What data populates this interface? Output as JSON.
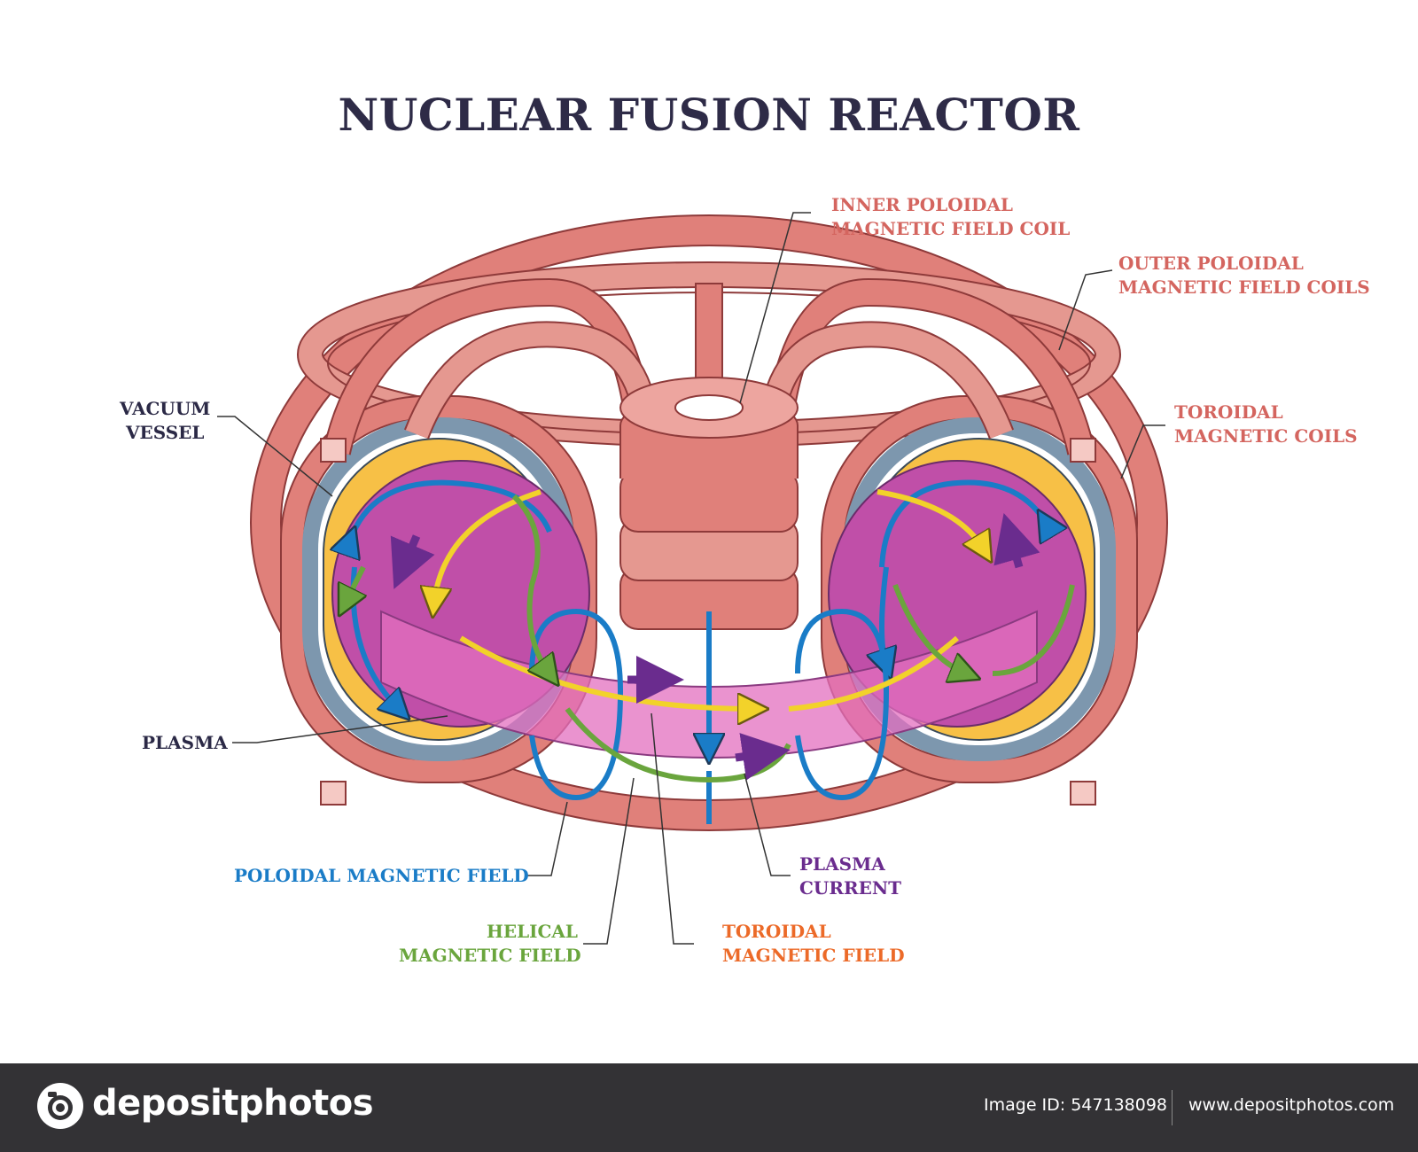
{
  "title": "NUCLEAR FUSION REACTOR",
  "labels": {
    "inner_coil": [
      "INNER POLOIDAL",
      "MAGNETIC FIELD COIL"
    ],
    "outer_coils": [
      "OUTER POLOIDAL",
      "MAGNETIC FIELD COILS"
    ],
    "toroidal_coils": [
      "TOROIDAL",
      "MAGNETIC COILS"
    ],
    "vacuum_vessel": [
      "VACUUM",
      "VESSEL"
    ],
    "plasma": "PLASMA",
    "poloidal_field": "POLOIDAL MAGNETIC FIELD",
    "plasma_current": [
      "PLASMA",
      "CURRENT"
    ],
    "helical_field": [
      "HELICAL",
      "MAGNETIC FIELD"
    ],
    "toroidal_field": [
      "TOROIDAL",
      "MAGNETIC FIELD"
    ]
  },
  "footer": {
    "brand": "depositphotos",
    "image_id": "Image ID: 547138098",
    "site": "www.depositphotos.com"
  },
  "colors": {
    "coil": "#e0807a",
    "coil_dark": "#b3504e",
    "plasma": "#c04fa8",
    "vessel": "#7d97ae",
    "blanket": "#f7c046",
    "poloidal": "#1a7cc7",
    "toroidal": "#f2d22a",
    "helical": "#6aa53d",
    "current": "#6a2c8e"
  }
}
